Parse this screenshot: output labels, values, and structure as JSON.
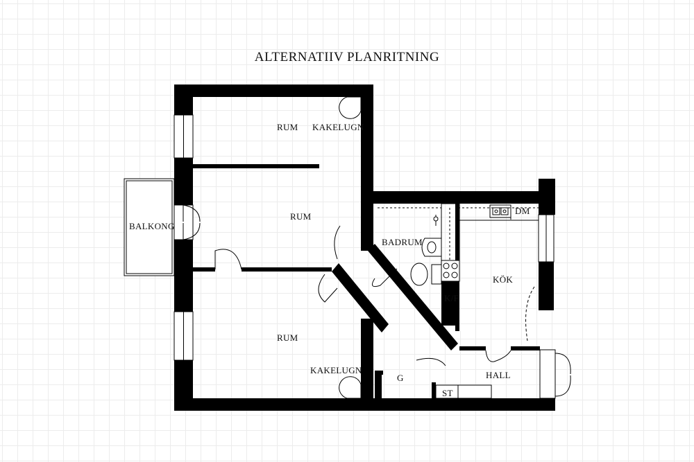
{
  "title": "ALTERNATIIV PLANRITNING",
  "rooms": {
    "rum_top": "RUM",
    "rum_middle": "RUM",
    "rum_bottom": "RUM",
    "balkong": "BALKONG",
    "badrum": "BADRUM",
    "kok": "KÖK",
    "hall": "HALL",
    "kf": "K/F",
    "g": "G",
    "st": "ST",
    "dm": "DM",
    "kakelugn_top": "KAKELUGN",
    "kakelugn_bottom": "KAKELUGN"
  }
}
